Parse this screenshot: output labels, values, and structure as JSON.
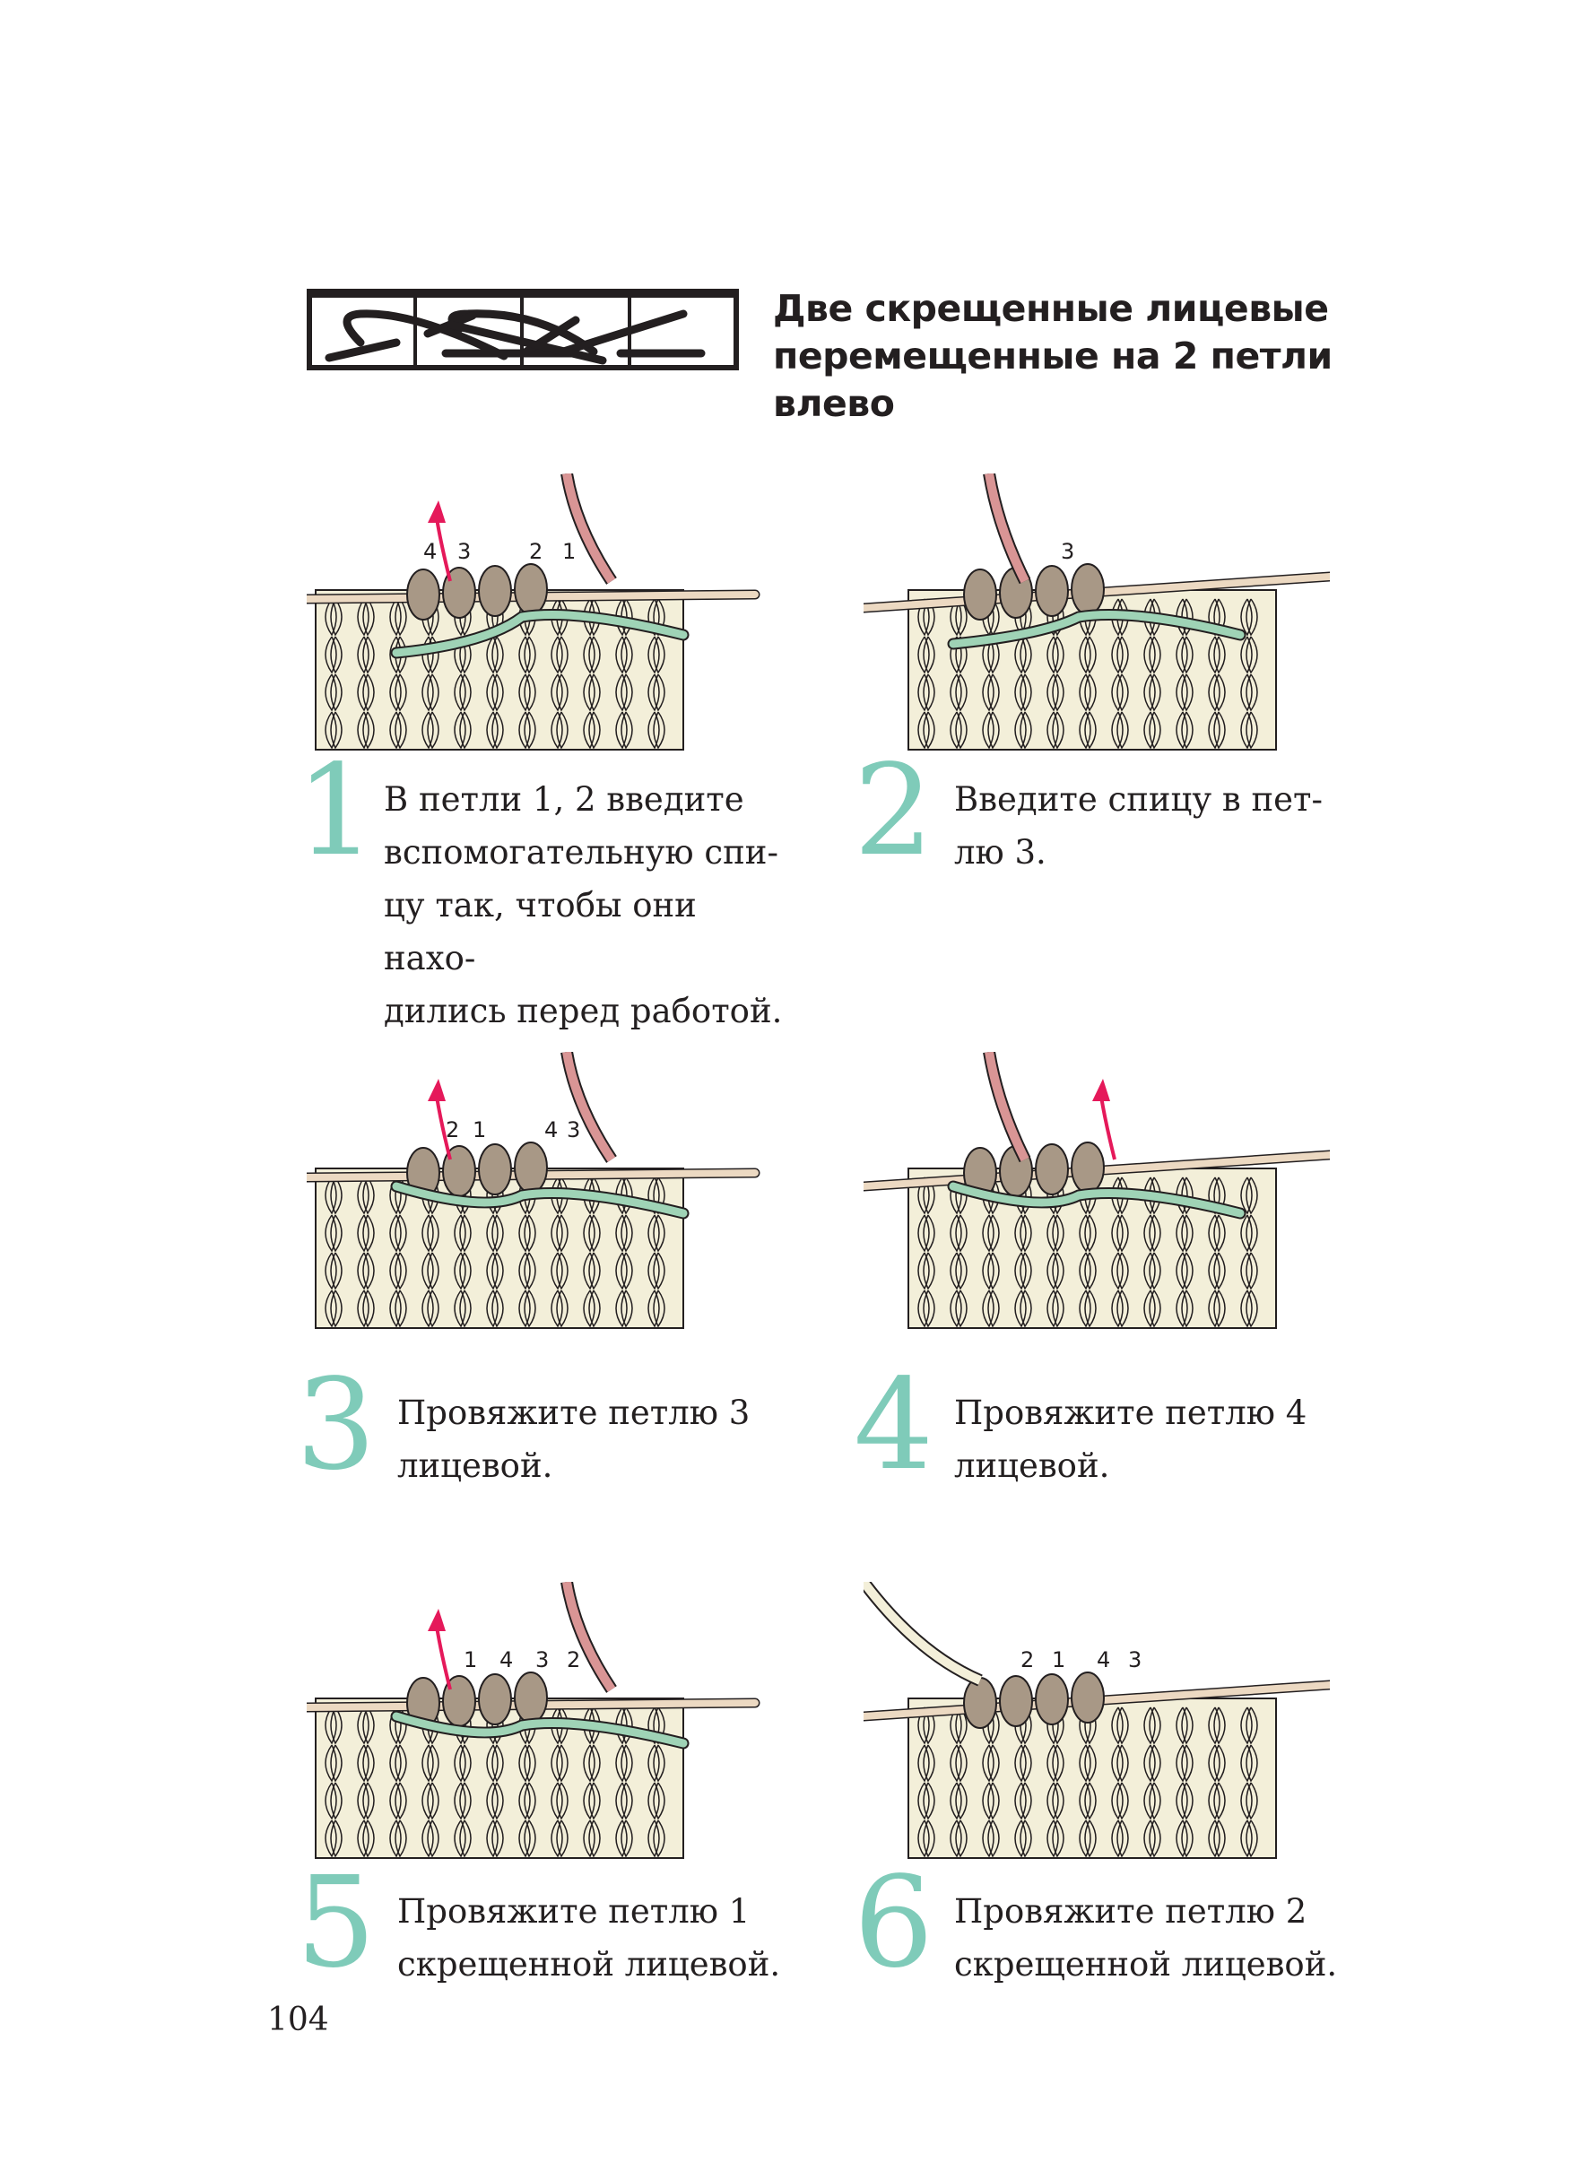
{
  "title": {
    "line1": "Две скрещенные лицевые",
    "line2": "перемещенные на 2 петли",
    "line3": "влево"
  },
  "colors": {
    "accent_numeral": "#7fcbb9",
    "fabric": "#f3efd9",
    "needle": "#ecd9c2",
    "moved_loops": "#a89886",
    "cable_needle": "#9fd3b6",
    "working_yarn": "#d99595",
    "arrow": "#e5195a"
  },
  "steps": [
    {
      "number": "1",
      "lines": [
        "В петли 1, 2 введите",
        "вспомогательную спи-",
        "цу так, чтобы они нахо-",
        "дились перед работой."
      ],
      "labels": [
        "4",
        "3",
        "2",
        "1"
      ]
    },
    {
      "number": "2",
      "lines": [
        "Введите спицу в пет-",
        "лю 3."
      ],
      "labels": [
        "3"
      ]
    },
    {
      "number": "3",
      "lines": [
        "Провяжите петлю 3",
        "лицевой."
      ],
      "labels": [
        "2",
        "1",
        "4",
        "3"
      ]
    },
    {
      "number": "4",
      "lines": [
        "Провяжите петлю 4",
        "лицевой."
      ],
      "labels": []
    },
    {
      "number": "5",
      "lines": [
        "Провяжите петлю 1",
        "скрещенной лицевой."
      ],
      "labels": [
        "1",
        "4",
        "3",
        "2"
      ]
    },
    {
      "number": "6",
      "lines": [
        "Провяжите петлю 2",
        "скрещенной лицевой."
      ],
      "labels": [
        "2",
        "1",
        "4",
        "3"
      ]
    }
  ],
  "page_number": "104"
}
